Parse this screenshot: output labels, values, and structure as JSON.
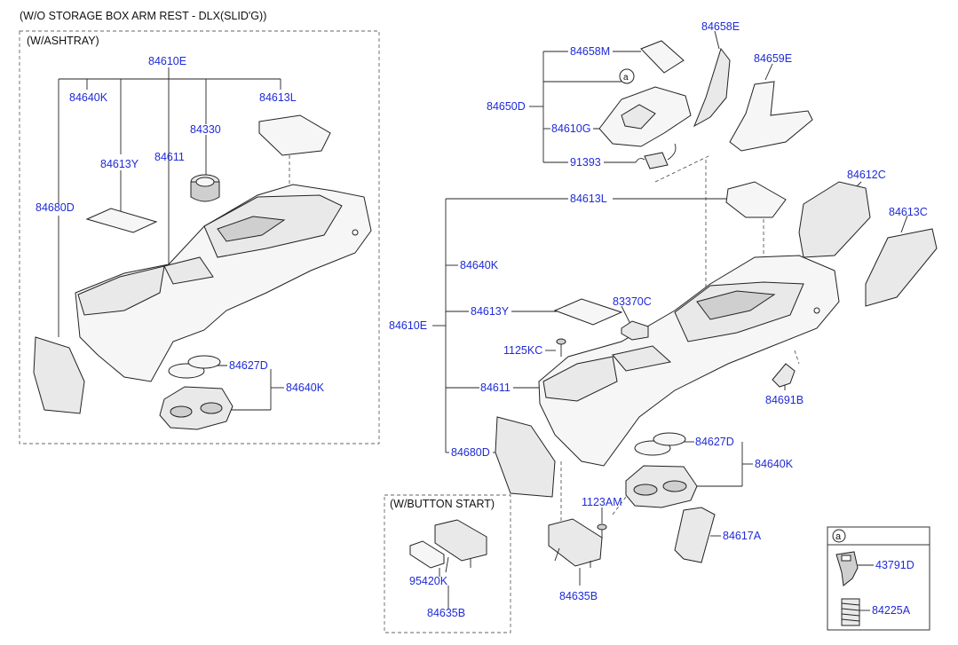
{
  "header": {
    "title": "(W/O STORAGE BOX ARM REST - DLX(SLID'G))",
    "left_box_title": "(W/ASHTRAY)",
    "button_start_title": "(W/BUTTON START)",
    "legend_marker": "a"
  },
  "left": {
    "p84610E": "84610E",
    "p84640K_top": "84640K",
    "p84613L": "84613L",
    "p84330": "84330",
    "p84613Y": "84613Y",
    "p84611": "84611",
    "p84680D": "84680D",
    "p84627D": "84627D",
    "p84640K_bottom": "84640K"
  },
  "right": {
    "p84658E": "84658E",
    "p84658M": "84658M",
    "p84659E": "84659E",
    "p84650D": "84650D",
    "p84610G": "84610G",
    "p91393": "91393",
    "p84613L": "84613L",
    "p84612C": "84612C",
    "p84613C": "84613C",
    "p84640K_top": "84640K",
    "p84613Y": "84613Y",
    "p83370C": "83370C",
    "p84610E": "84610E",
    "p1125KC": "1125KC",
    "p84611": "84611",
    "p84691B": "84691B",
    "p84627D": "84627D",
    "p84640K_bottom": "84640K",
    "p84680D": "84680D",
    "p1123AM": "1123AM",
    "p84617A": "84617A",
    "p84635B": "84635B",
    "p95420K": "95420K",
    "p84635B_button": "84635B",
    "marker_a": "a"
  },
  "legend": {
    "marker": "a",
    "p43791D": "43791D",
    "p84225A": "84225A"
  }
}
